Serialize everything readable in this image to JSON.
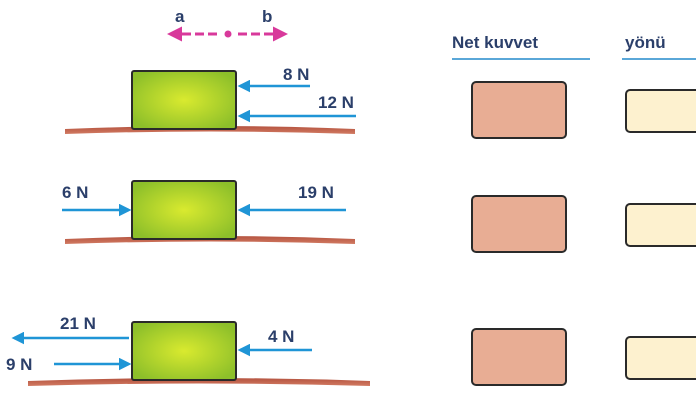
{
  "direction_legend": {
    "left": "a",
    "right": "b",
    "color": "#d8399b"
  },
  "table": {
    "net_force_header": "Net kuvvet",
    "direction_header": "yönü"
  },
  "rows": [
    {
      "forces": [
        "8 N",
        "12 N"
      ]
    },
    {
      "forces": [
        "6 N",
        "19 N"
      ]
    },
    {
      "forces": [
        "21 N",
        "4 N",
        "9 N"
      ]
    }
  ],
  "colors": {
    "block": "#9ac52a",
    "ground": "#a34b3c",
    "arrow": "#1f95d6",
    "answer_box": "#e8ad94",
    "direction_box": "#fdf1cf",
    "header_text": "#2b3f6a"
  }
}
